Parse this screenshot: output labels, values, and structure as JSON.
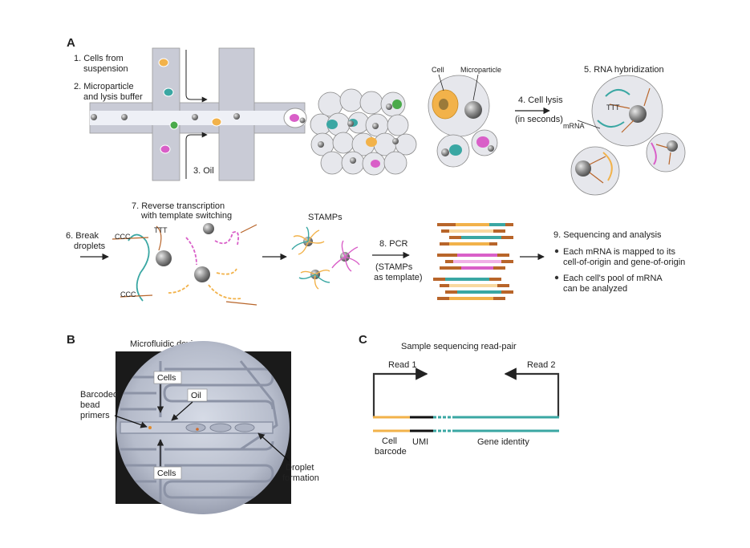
{
  "panelA": {
    "letter": "A",
    "step1": [
      "1. Cells from",
      "suspension"
    ],
    "step2": [
      "2. Microparticle",
      "and lysis buffer"
    ],
    "step3": "3. Oil",
    "cell_label": "Cell",
    "microparticle_label": "Microparticle",
    "step4": [
      "4. Cell lysis",
      "(in seconds)"
    ],
    "step5": "5. RNA hybridization",
    "mrna_label": "mRNA",
    "step6": [
      "6. Break",
      "droplets"
    ],
    "step7": [
      "7. Reverse transcription",
      "with template switching"
    ],
    "stamps_label": "STAMPs",
    "step8": [
      "8. PCR",
      "(STAMPs",
      "as template)"
    ],
    "step9": "9. Sequencing and analysis",
    "bullets": [
      [
        "Each mRNA is mapped to its",
        "cell-of-origin and gene-of-origin"
      ],
      [
        "Each cell's pool of mRNA",
        "can be analyzed"
      ]
    ],
    "ccc": "CCC",
    "ttt": "TTT"
  },
  "panelB": {
    "letter": "B",
    "title": "Microfluidic device",
    "cells_top": "Cells",
    "oil": "Oil",
    "barcoded": [
      "Barcoded",
      "bead",
      "primers"
    ],
    "cells_bottom": "Cells",
    "droplet": [
      "Droplet",
      "formation"
    ]
  },
  "panelC": {
    "letter": "C",
    "title": "Sample sequencing read-pair",
    "read1": "Read 1",
    "read2": "Read 2",
    "cell_barcode": [
      "Cell",
      "barcode"
    ],
    "umi": "UMI",
    "gene_identity": "Gene identity"
  },
  "colors": {
    "orange": "#f2b24a",
    "teal": "#3aa7a3",
    "magenta": "#d95fc8",
    "green": "#4aaa4a",
    "brown": "#b8652a",
    "bead": "#7d7d7d",
    "channel": "#c9cbd6"
  }
}
